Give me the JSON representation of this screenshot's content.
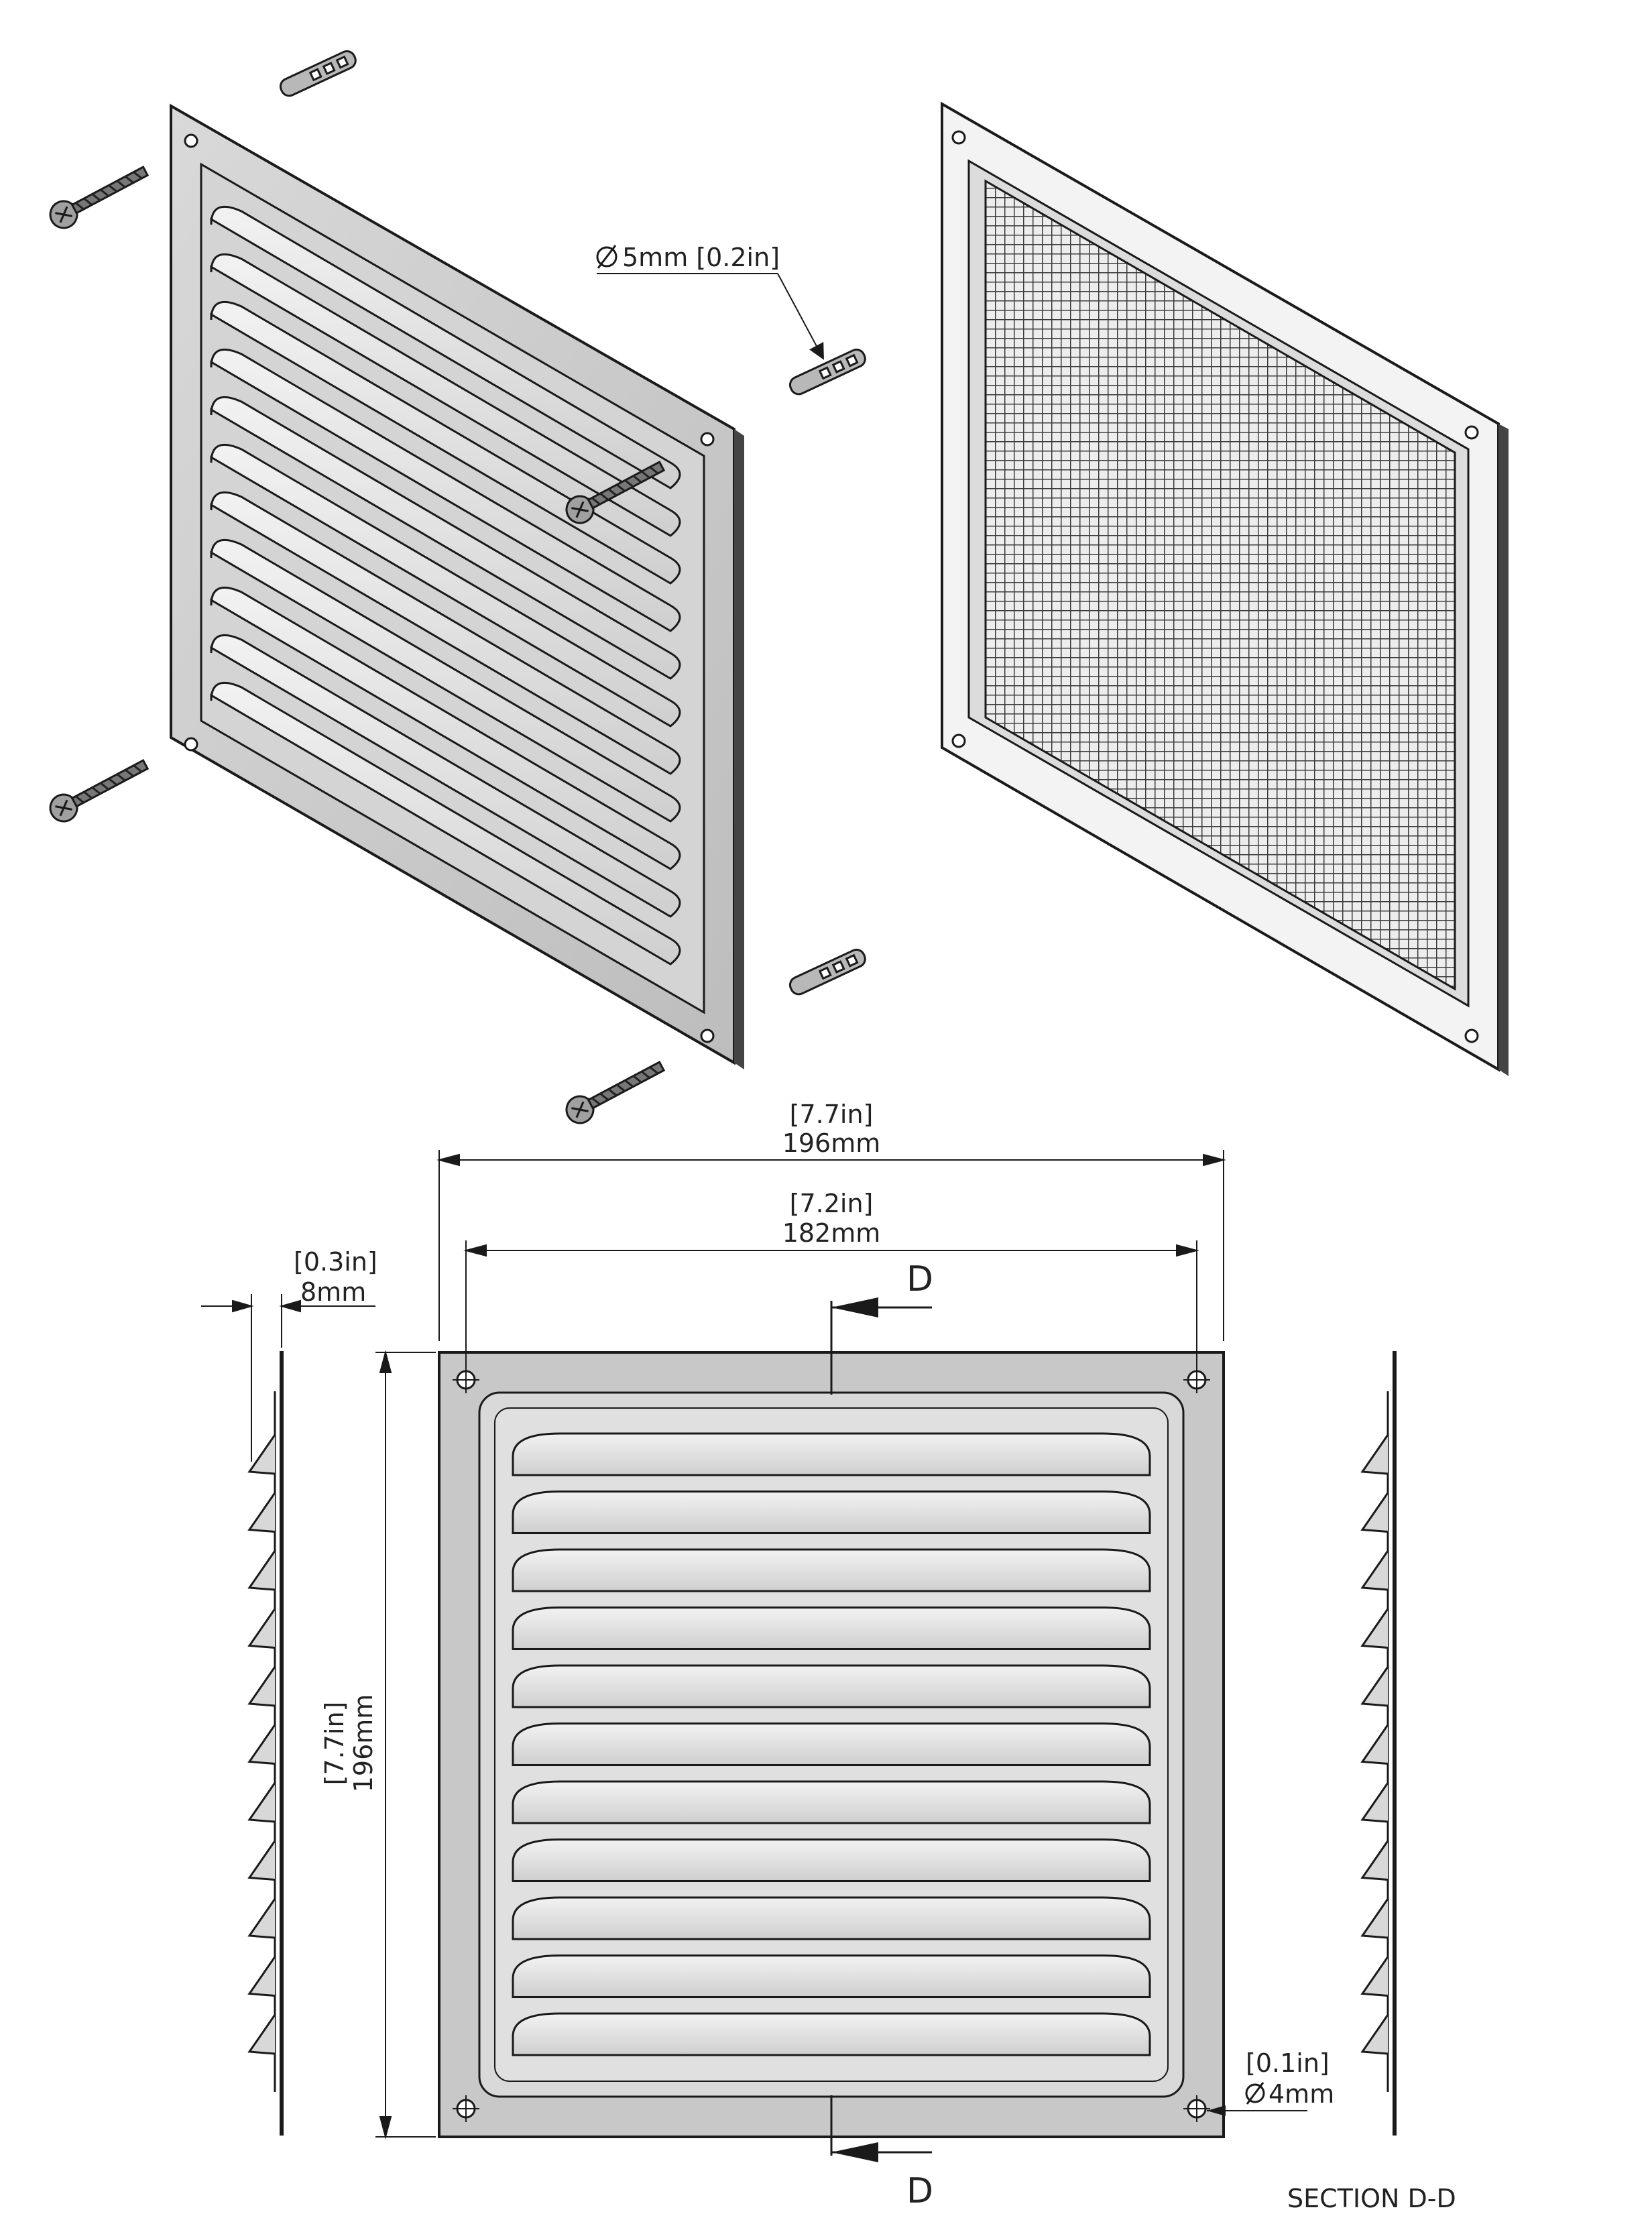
{
  "labels": {
    "hole_dia_anchor": "5mm [0.2in]",
    "width_total_in": "[7.7in]",
    "width_total_mm": "196mm",
    "width_inner_in": "[7.2in]",
    "width_inner_mm": "182mm",
    "depth_in": "[0.3in]",
    "depth_mm": "8mm",
    "height_in": "[7.7in]",
    "height_mm": "196mm",
    "hole_in": "[0.1in]",
    "hole_mm": "4mm",
    "section_mark_top": "D",
    "section_mark_bottom": "D",
    "section_caption": "SECTION D-D"
  },
  "colors": {
    "line": "#1a1a1a",
    "plate": "#c8c8c8",
    "louver": "#e6e6e6",
    "mesh": "#3a3a3a"
  },
  "louver_count": 11
}
